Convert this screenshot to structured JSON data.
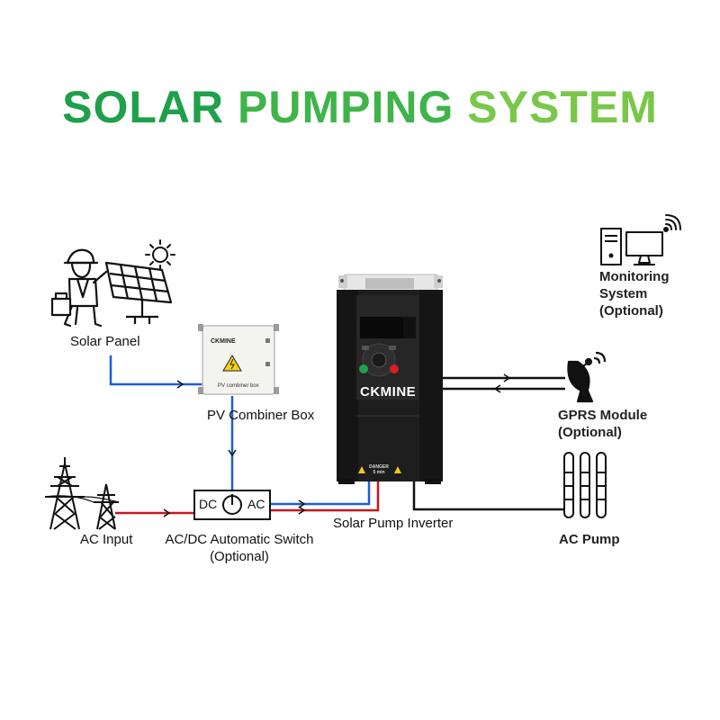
{
  "title": {
    "word1": "SOLAR",
    "word2": "PUMPING",
    "word3": "SYSTEM"
  },
  "nodes": {
    "solar_panel": {
      "label": "Solar Panel"
    },
    "combiner_box": {
      "label": "PV Combiner Box",
      "device_brand": "CKMINE",
      "device_text": "PV combiner box"
    },
    "ac_input": {
      "label": "AC Input"
    },
    "ac_dc_switch": {
      "label_line1": "AC/DC Automatic Switch",
      "label_line2": "(Optional)",
      "left_text": "DC",
      "right_text": "AC"
    },
    "inverter": {
      "label": "Solar Pump Inverter",
      "brand": "CKMINE",
      "warning_line1": "DANGER",
      "warning_line2": "5 min"
    },
    "monitoring": {
      "line1": "Monitoring",
      "line2": "System",
      "line3": "(Optional)"
    },
    "gprs": {
      "line1": "GPRS Module",
      "line2": "(Optional)"
    },
    "ac_pump": {
      "label": "AC Pump"
    }
  },
  "colors": {
    "dc_wire": "#1a5fd6",
    "ac_wire": "#c8141c",
    "signal_wire": "#111111",
    "title_green_dark": "#1fa04a",
    "title_green_mid": "#3fb44a",
    "title_green_light": "#79c74a"
  },
  "icons": [
    "worker-icon",
    "sun-icon",
    "solar-panel-icon",
    "combiner-box-icon",
    "transmission-tower-icon",
    "switch-icon",
    "inverter-icon",
    "computer-icon",
    "wifi-icon",
    "satellite-dish-icon",
    "pump-icon"
  ]
}
